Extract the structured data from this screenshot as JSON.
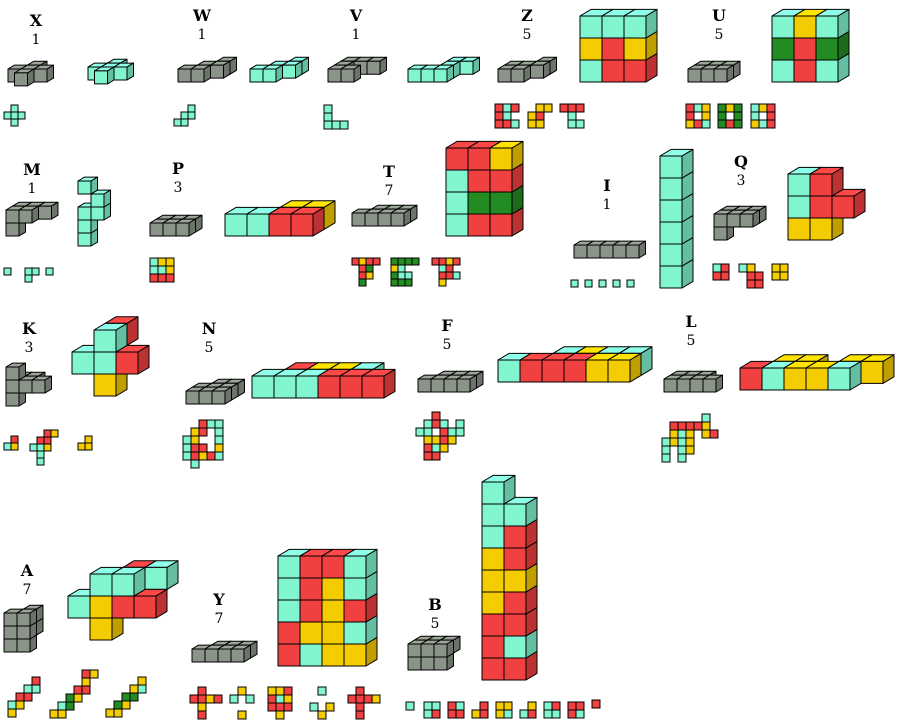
{
  "colors": {
    "gray": "#8a9488",
    "cyan": "#80f5d0",
    "red": "#f04040",
    "yellow": "#f5cc00",
    "green": "#228b22",
    "edge": "#000000"
  },
  "puzzles": [
    {
      "letter": "X",
      "count": "1"
    },
    {
      "letter": "W",
      "count": "1"
    },
    {
      "letter": "V",
      "count": "1"
    },
    {
      "letter": "Z",
      "count": "5"
    },
    {
      "letter": "U",
      "count": "5"
    },
    {
      "letter": "M",
      "count": "1"
    },
    {
      "letter": "P",
      "count": "3"
    },
    {
      "letter": "T",
      "count": "7"
    },
    {
      "letter": "I",
      "count": "1"
    },
    {
      "letter": "Q",
      "count": "3"
    },
    {
      "letter": "K",
      "count": "3"
    },
    {
      "letter": "N",
      "count": "5"
    },
    {
      "letter": "F",
      "count": "5"
    },
    {
      "letter": "L",
      "count": "5"
    },
    {
      "letter": "A",
      "count": "7"
    },
    {
      "letter": "Y",
      "count": "7"
    },
    {
      "letter": "B",
      "count": "5"
    }
  ]
}
